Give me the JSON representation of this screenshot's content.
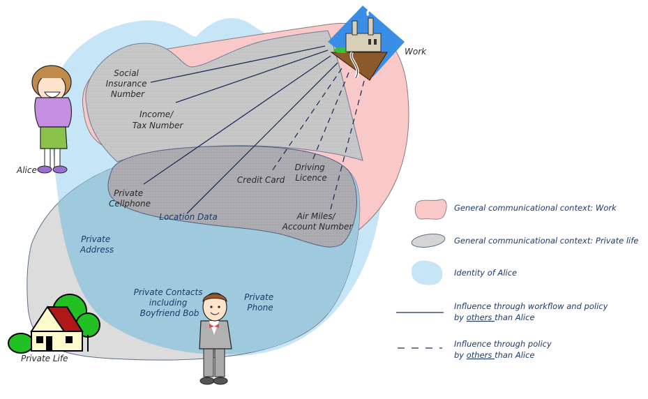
{
  "diagram": {
    "actors": {
      "alice": "Alice",
      "work": "Work",
      "private_life": "Private Life"
    },
    "data_items": {
      "social_insurance_number": [
        "Social",
        "Insurance",
        "Number"
      ],
      "income_tax_number": [
        "Income/",
        "Tax Number"
      ],
      "private_cellphone": [
        "Private",
        "Cellphone"
      ],
      "location_data": [
        "Location Data"
      ],
      "credit_card": [
        "Credit Card"
      ],
      "driving_licence": [
        "Driving",
        "Licence"
      ],
      "air_miles": [
        "Air Miles/",
        "Account Number"
      ],
      "private_address": [
        "Private",
        "Address"
      ],
      "private_contacts": [
        "Private Contacts",
        "including",
        "Boyfriend Bob"
      ],
      "private_phone": [
        "Private",
        "Phone"
      ]
    },
    "connections": {
      "solid": [
        "Social Insurance Number",
        "Income/Tax Number",
        "Private Cellphone",
        "Location Data"
      ],
      "dashed": [
        "Credit Card",
        "Driving Licence",
        "Air Miles/Account Number"
      ]
    }
  },
  "legend": {
    "items": [
      {
        "key": "work_context",
        "label": "General communicational context: Work",
        "color": "#f9c8c8"
      },
      {
        "key": "private_context",
        "label": "General communicational context: Private life",
        "color": "#d4d4d4"
      },
      {
        "key": "identity",
        "label": "Identity of Alice",
        "color": "#c6e6f7"
      },
      {
        "key": "solid_line",
        "label_line1": "Influence through workflow and policy",
        "label_line2_underlined": "others ",
        "label_line2_prefix": "by ",
        "label_line2_suffix": "than Alice"
      },
      {
        "key": "dashed_line",
        "label_line1": "Influence through policy",
        "label_line2_underlined": "others ",
        "label_line2_prefix": "by ",
        "label_line2_suffix": "than Alice"
      }
    ]
  },
  "colors": {
    "identity_blue": "#c6e6f7",
    "work_pink": "#f9c8c8",
    "private_gray": "#d6d6d6",
    "overlap_gray": "#a9a9ae",
    "overlap_blue": "#9fc9dc",
    "line": "#1d2f5c"
  }
}
